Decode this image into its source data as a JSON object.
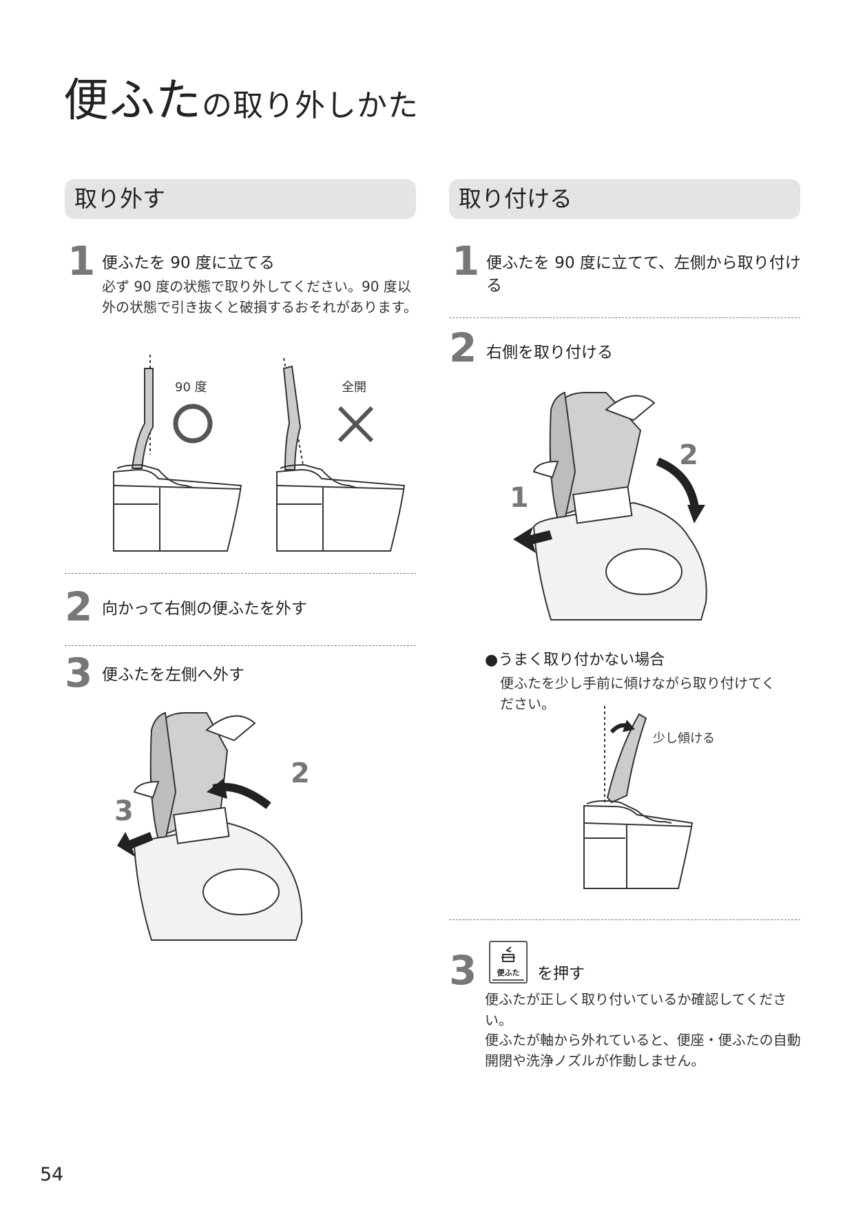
{
  "title": {
    "main": "便ふた",
    "sub": "の取り外しかた"
  },
  "left": {
    "header": "取り外す",
    "steps": [
      {
        "num": "1",
        "title": "便ふたを 90 度に立てる",
        "desc": "必ず 90 度の状態で取り外してください。90 度以外の状態で引き抜くと破損するおそれがあります。"
      },
      {
        "num": "2",
        "title": "向かって右側の便ふたを外す"
      },
      {
        "num": "3",
        "title": "便ふたを左側へ外す"
      }
    ],
    "fig1": {
      "ok_label": "90 度",
      "ok_mark": "○",
      "ng_label": "全開",
      "ng_mark": "×"
    },
    "fig3": {
      "arrow_a": "3",
      "arrow_b": "2"
    }
  },
  "right": {
    "header": "取り付ける",
    "steps": [
      {
        "num": "1",
        "title": "便ふたを 90 度に立てて、左側から取り付ける"
      },
      {
        "num": "2",
        "title": "右側を取り付ける"
      },
      {
        "num": "3",
        "title": "を押す",
        "desc1": "便ふたが正しく取り付いているか確認してください。",
        "desc2": "便ふたが軸から外れていると、便座・便ふたの自動開閉や洗浄ノズルが作動しません。"
      }
    ],
    "fig2": {
      "arrow_a": "1",
      "arrow_b": "2"
    },
    "note": {
      "title": "●うまく取り付かない場合",
      "desc": "便ふたを少し手前に傾けながら取り付けてください。"
    },
    "fig_tilt": {
      "label": "少し傾ける"
    },
    "key": {
      "label": "便ふた",
      "icon": "lid-open-icon"
    }
  },
  "page_number": "54"
}
